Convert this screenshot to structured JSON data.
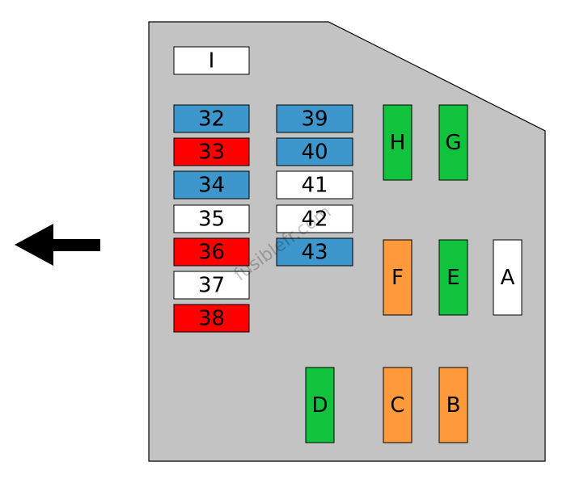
{
  "colors": {
    "blue": "#3d97cd",
    "red": "#ff0000",
    "white": "#ffffff",
    "green": "#10c23c",
    "orange": "#ff9a3c",
    "panel": "#c3c3c3"
  },
  "watermark": "fusiblefr.com",
  "direction_arrow": "arrow-left-icon",
  "fuses": [
    {
      "label": "I",
      "color": "white"
    },
    {
      "label": "32",
      "color": "blue"
    },
    {
      "label": "33",
      "color": "red"
    },
    {
      "label": "34",
      "color": "blue"
    },
    {
      "label": "35",
      "color": "white"
    },
    {
      "label": "36",
      "color": "red"
    },
    {
      "label": "37",
      "color": "white"
    },
    {
      "label": "38",
      "color": "red"
    },
    {
      "label": "39",
      "color": "blue"
    },
    {
      "label": "40",
      "color": "blue"
    },
    {
      "label": "41",
      "color": "white"
    },
    {
      "label": "42",
      "color": "white"
    },
    {
      "label": "43",
      "color": "blue"
    },
    {
      "label": "H",
      "color": "green"
    },
    {
      "label": "G",
      "color": "green"
    },
    {
      "label": "F",
      "color": "orange"
    },
    {
      "label": "E",
      "color": "green"
    },
    {
      "label": "A",
      "color": "white"
    },
    {
      "label": "D",
      "color": "green"
    },
    {
      "label": "C",
      "color": "orange"
    },
    {
      "label": "B",
      "color": "orange"
    }
  ]
}
